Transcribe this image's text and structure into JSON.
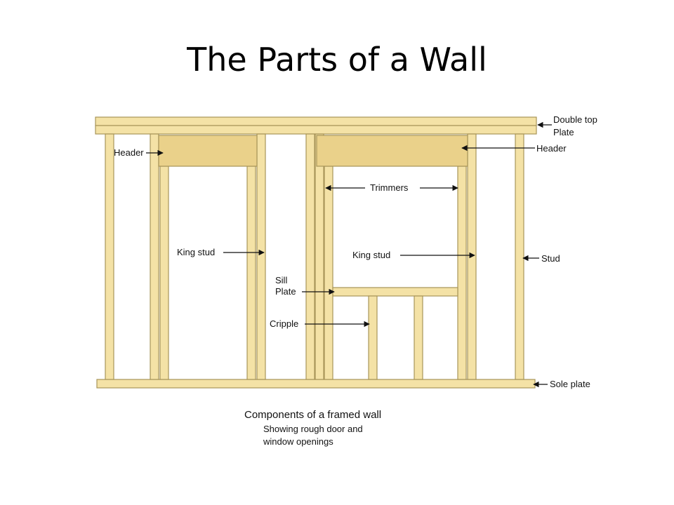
{
  "title": "The Parts of a Wall",
  "labels": {
    "double_top_plate_1": "Double top",
    "double_top_plate_2": "Plate",
    "header_left": "Header",
    "header_right": "Header",
    "trimmers": "Trimmers",
    "king_stud_left": "King stud",
    "king_stud_right": "King stud",
    "sill_plate_1": "Sill",
    "sill_plate_2": "Plate",
    "stud": "Stud",
    "cripple": "Cripple",
    "sole_plate": "Sole plate"
  },
  "caption": {
    "line1": "Components of a framed wall",
    "line2": "Showing rough door and",
    "line3": "window openings"
  },
  "colors": {
    "wood": "#f4e2a6",
    "outline": "#a89559",
    "text": "#111111"
  }
}
